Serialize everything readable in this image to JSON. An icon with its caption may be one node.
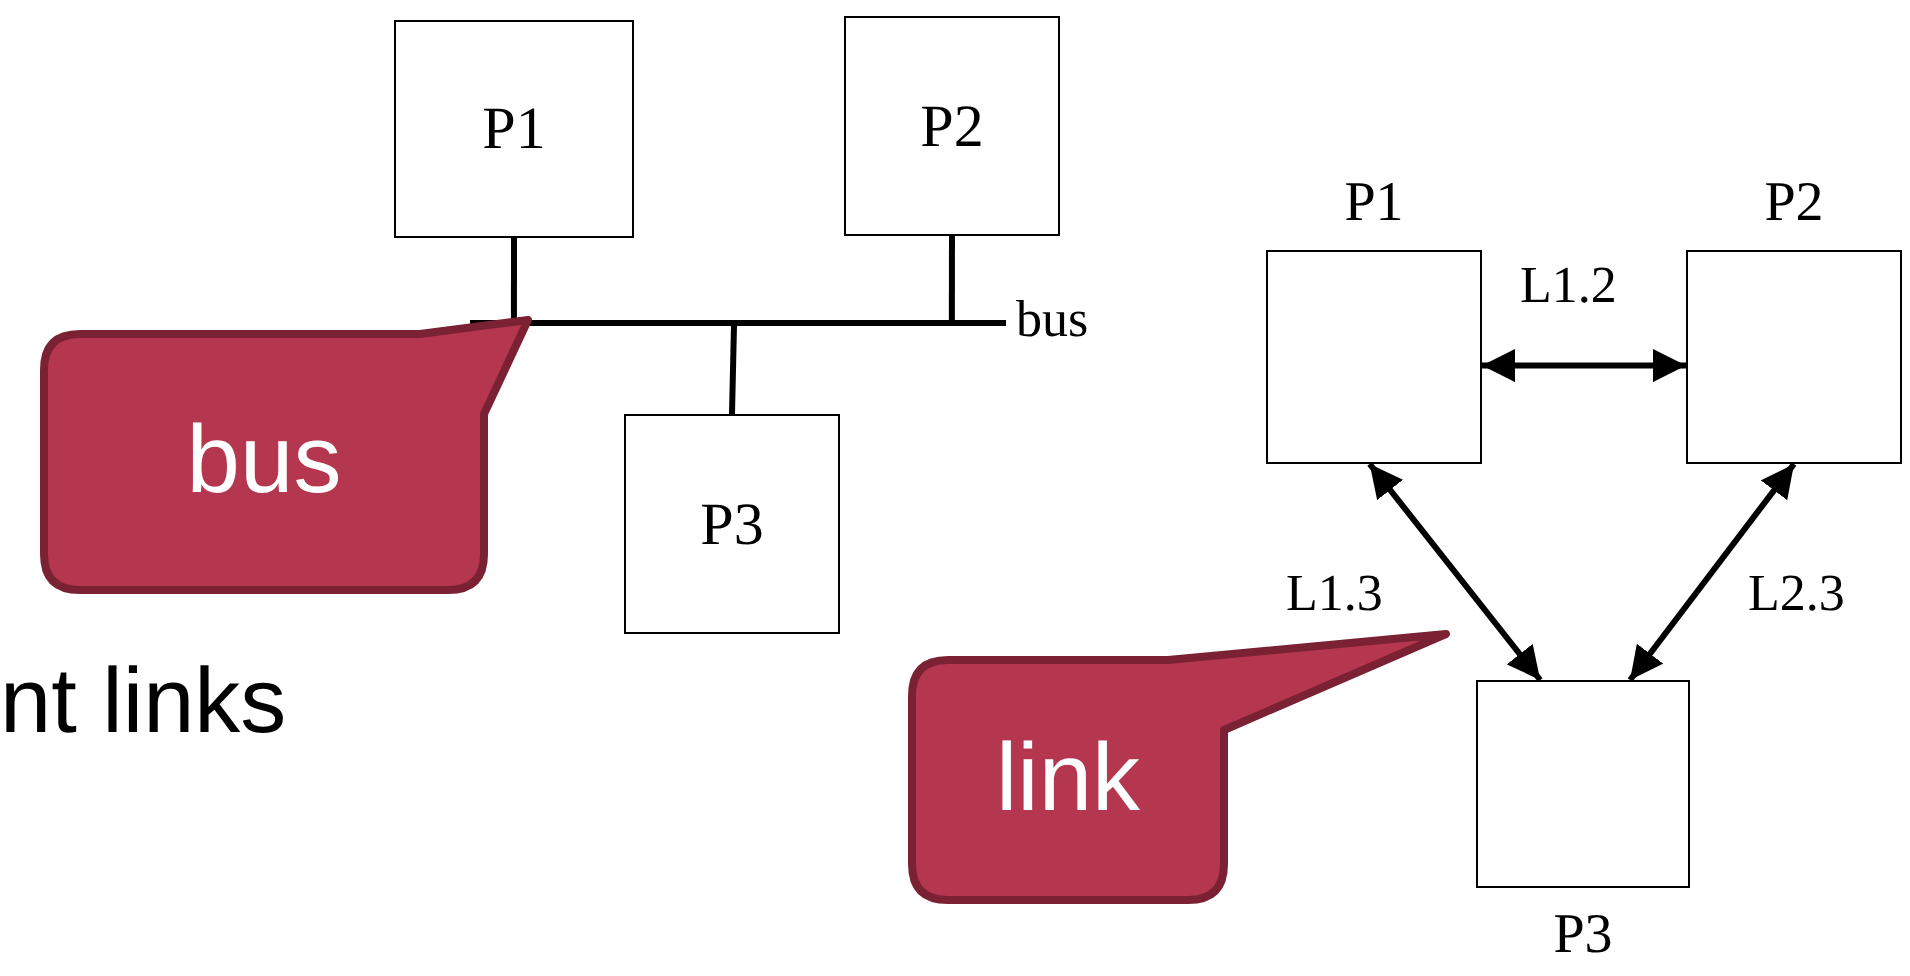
{
  "diagram": {
    "nodes": [
      {
        "text": [
          "P1"
        ]
      },
      {
        "text": [
          "P2"
        ]
      },
      {
        "text": [],
        "shape": "bar",
        "beside": [
          "bus"
        ]
      },
      {
        "text": [
          "P3"
        ]
      },
      {
        "text": [
          "bus"
        ]
      },
      {
        "text": [
          "P1"
        ]
      },
      {
        "text": [
          "P2"
        ]
      },
      {
        "text": [
          "P3"
        ]
      },
      {
        "text": [
          "link"
        ]
      }
    ],
    "edges": [
      {
        "from": 0,
        "to": 2,
        "arrow": "none"
      },
      {
        "from": 1,
        "to": 2,
        "arrow": "none"
      },
      {
        "from": 2,
        "to": 3,
        "arrow": "none"
      },
      {
        "from": 5,
        "to": 6,
        "arrow": "both",
        "label": "L1.2"
      },
      {
        "from": 5,
        "to": 7,
        "arrow": "both",
        "label": "L1.3"
      },
      {
        "from": 6,
        "to": 7,
        "arrow": "both",
        "label": "L2.3"
      }
    ],
    "labels": [
      "nt links"
    ]
  }
}
